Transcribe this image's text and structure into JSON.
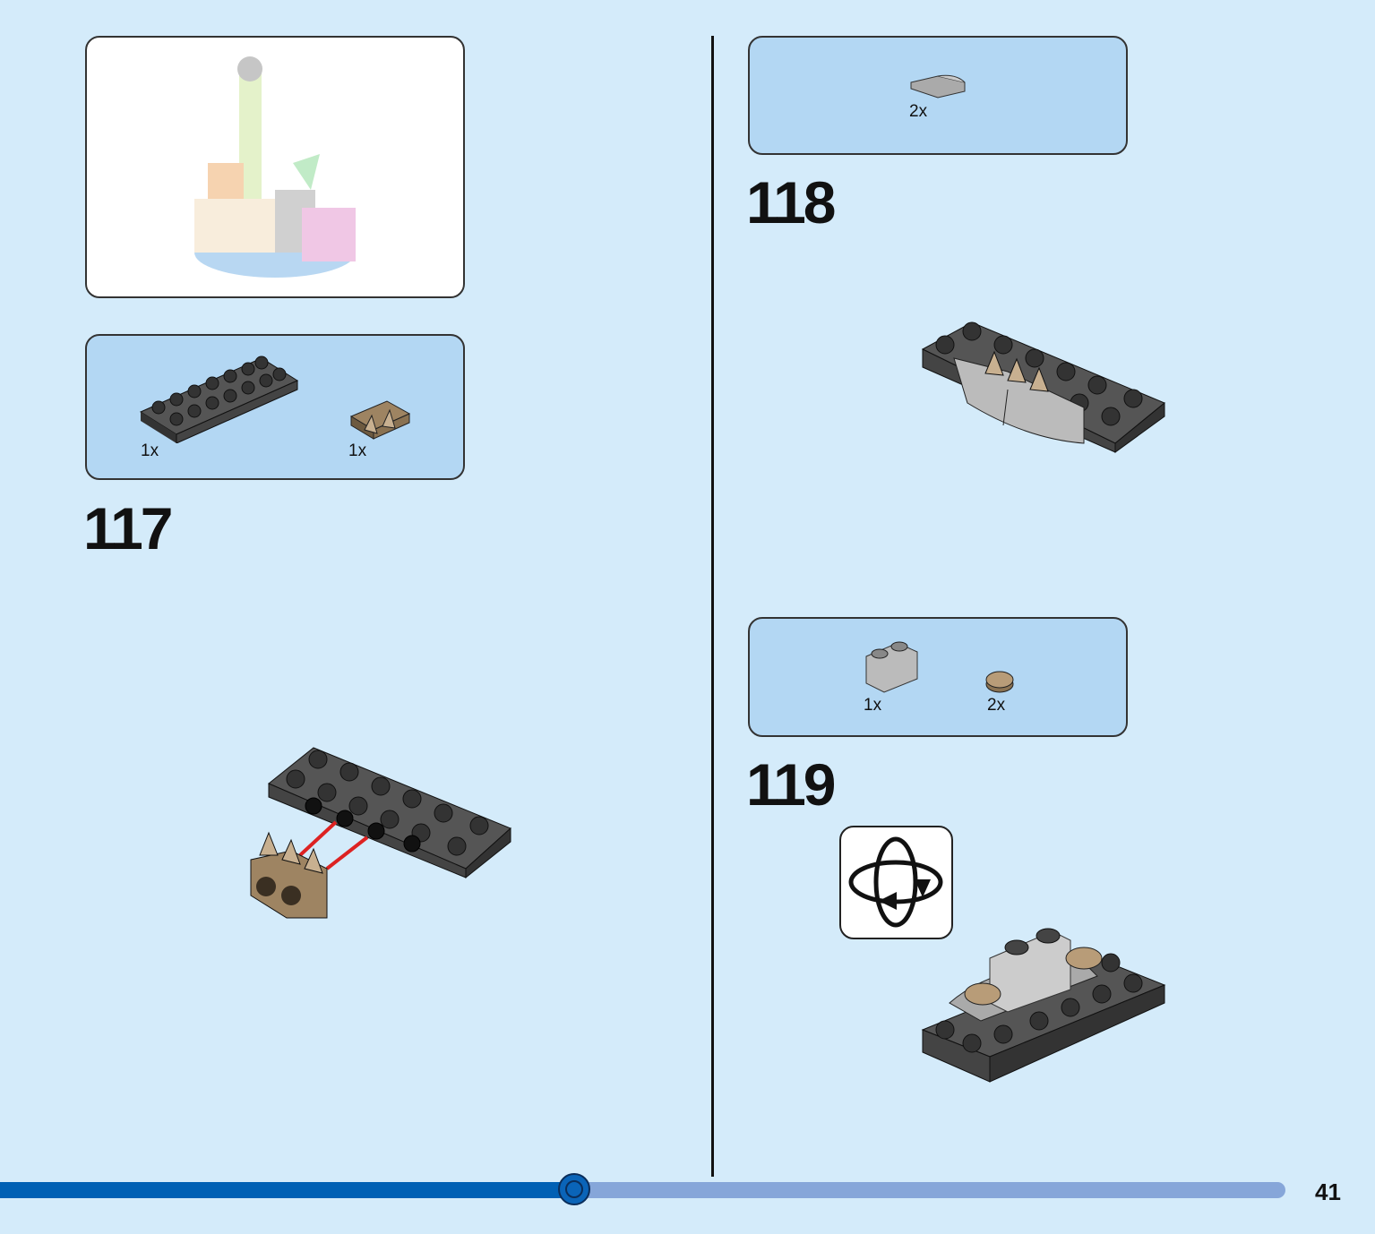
{
  "steps": [
    {
      "number": "117",
      "parts": [
        {
          "qty": "1x",
          "part": "dark-gray-plate-2x8-with-side-holes"
        },
        {
          "qty": "1x",
          "part": "tan-brick-with-spikes"
        }
      ]
    },
    {
      "number": "118",
      "parts": [
        {
          "qty": "2x",
          "part": "light-gray-curved-slope"
        }
      ]
    },
    {
      "number": "119",
      "parts": [
        {
          "qty": "1x",
          "part": "light-gray-double-round-brick"
        },
        {
          "qty": "2x",
          "part": "tan-round-tile"
        }
      ]
    }
  ],
  "progress": {
    "fraction": 0.447,
    "page_number": "41"
  },
  "colors": {
    "page_bg": "#d4ebfa",
    "parts_box": "#b3d7f3",
    "progress_fill": "#0060b4",
    "progress_track": "#86a6d9"
  }
}
